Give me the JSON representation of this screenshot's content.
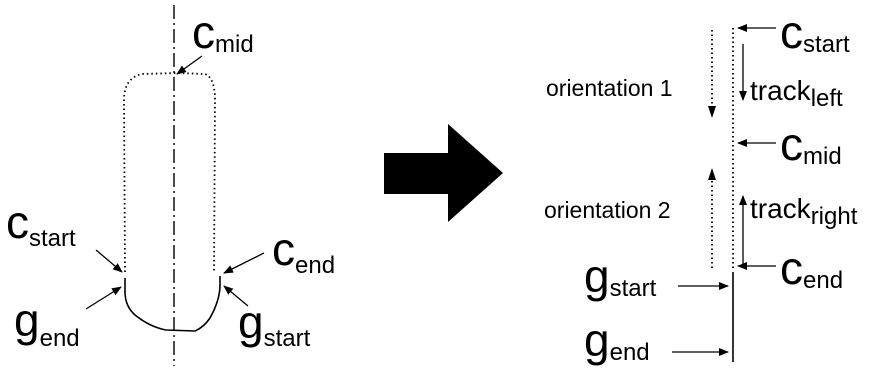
{
  "left": {
    "c_mid": {
      "base": "c",
      "sub": "mid"
    },
    "c_start": {
      "base": "c",
      "sub": "start"
    },
    "c_end": {
      "base": "c",
      "sub": "end"
    },
    "g_end": {
      "base": "g",
      "sub": "end"
    },
    "g_start": {
      "base": "g",
      "sub": "start"
    }
  },
  "right": {
    "c_start": {
      "base": "c",
      "sub": "start"
    },
    "track_left": {
      "base": "track",
      "sub": "left"
    },
    "orientation_1": "orientation 1",
    "c_mid": {
      "base": "c",
      "sub": "mid"
    },
    "orientation_2": "orientation 2",
    "track_right": {
      "base": "track",
      "sub": "right"
    },
    "c_end": {
      "base": "c",
      "sub": "end"
    },
    "g_start": {
      "base": "g",
      "sub": "start"
    },
    "g_end": {
      "base": "g",
      "sub": "end"
    }
  },
  "arrow_color": "#000000"
}
